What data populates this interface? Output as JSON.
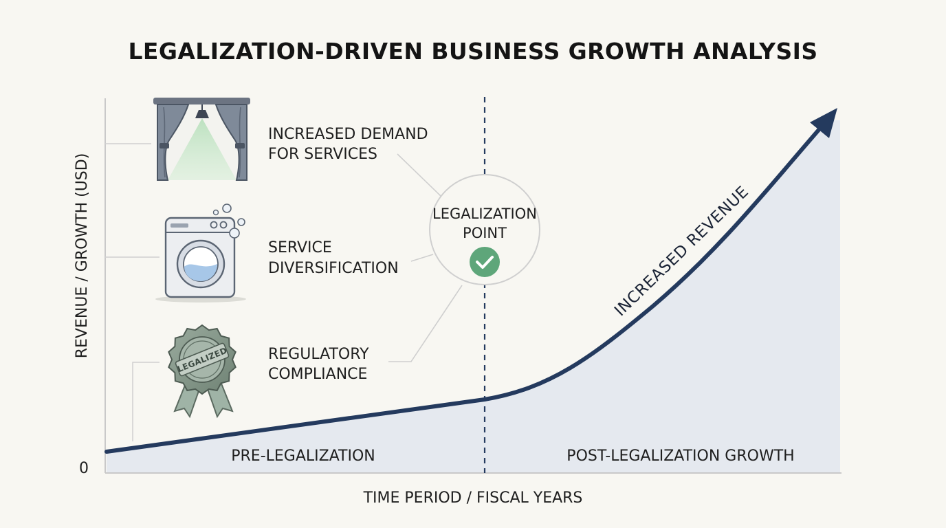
{
  "title": "LEGALIZATION-DRIVEN BUSINESS GROWTH ANALYSIS",
  "axes": {
    "y_label": "REVENUE / GROWTH (USD)",
    "x_label": "TIME PERIOD / FISCAL YEARS",
    "y_origin": "0"
  },
  "regions": {
    "pre": "PRE-LEGALIZATION",
    "post": "POST-LEGALIZATION GROWTH"
  },
  "curve_label": "INCREASED REVENUE",
  "callout": {
    "line1": "LEGALIZATION",
    "line2": "POINT",
    "icon": "check-circle-icon"
  },
  "factors": [
    {
      "line1": "INCREASED DEMAND",
      "line2": "FOR SERVICES",
      "icon": "stage-curtains-icon"
    },
    {
      "line1": "SERVICE",
      "line2": "DIVERSIFICATION",
      "icon": "washing-machine-icon"
    },
    {
      "line1": "REGULATORY",
      "line2": "COMPLIANCE",
      "icon": "legalized-seal-icon"
    }
  ],
  "seal_text": "LEGALIZED",
  "colors": {
    "curve": "#243a5e",
    "area": "#e5e9ef",
    "accent_green": "#5ea67a",
    "axis": "#c9c9c9",
    "background": "#f8f7f2"
  }
}
